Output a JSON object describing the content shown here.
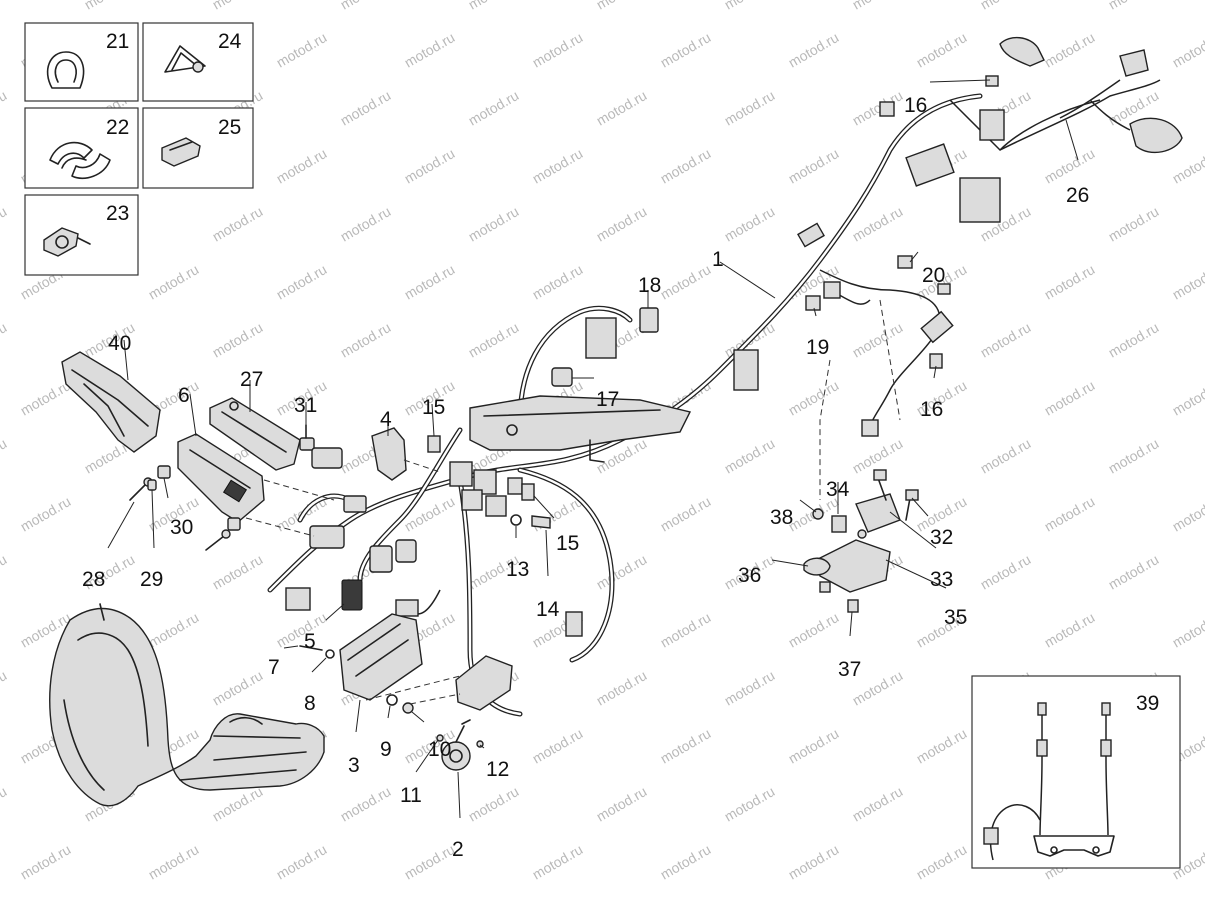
{
  "watermark": "motod.ru",
  "inset_boxes": [
    {
      "id": "box-21",
      "label": "21"
    },
    {
      "id": "box-24",
      "label": "24"
    },
    {
      "id": "box-22",
      "label": "22"
    },
    {
      "id": "box-25",
      "label": "25"
    },
    {
      "id": "box-23",
      "label": "23"
    },
    {
      "id": "box-39",
      "label": "39"
    }
  ],
  "callouts": [
    "1",
    "2",
    "3",
    "4",
    "5",
    "6",
    "7",
    "8",
    "9",
    "10",
    "11",
    "12",
    "13",
    "14",
    "15",
    "15",
    "16",
    "16",
    "17",
    "18",
    "19",
    "20",
    "26",
    "27",
    "28",
    "29",
    "30",
    "31",
    "32",
    "33",
    "34",
    "35",
    "36",
    "37",
    "38",
    "40"
  ]
}
